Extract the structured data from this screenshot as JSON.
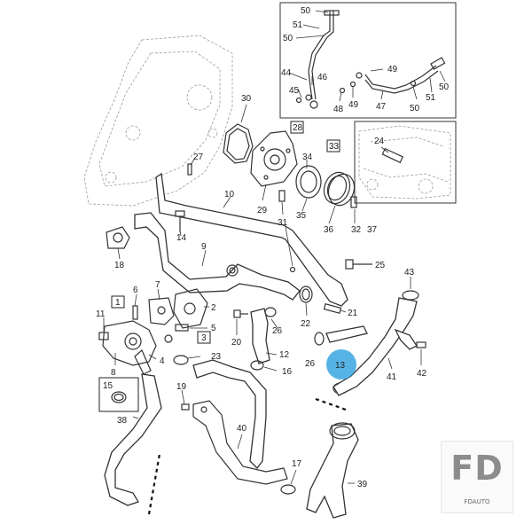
{
  "callouts": {
    "c50a": "50",
    "c51a": "51",
    "c50b": "50",
    "c44": "44",
    "c46": "46",
    "c45": "45",
    "c49a": "49",
    "c49b": "49",
    "c48": "48",
    "c47": "47",
    "c50c": "50",
    "c51b": "51",
    "c50d": "50",
    "c30": "30",
    "c28": "28",
    "c33": "33",
    "c24": "24",
    "c27": "27",
    "c34": "34",
    "c29": "29",
    "c31": "31",
    "c35": "35",
    "c36": "36",
    "c32": "32",
    "c37": "37",
    "c10": "10",
    "c14": "14",
    "c9": "9",
    "c18": "18",
    "c25": "25",
    "c43": "43",
    "c6": "6",
    "c7": "7",
    "c1": "1",
    "c2": "2",
    "c11": "11",
    "c5": "5",
    "c3": "3",
    "c20": "20",
    "c26a": "26",
    "c22": "22",
    "c21": "21",
    "c26b": "26",
    "c12": "12",
    "c4": "4",
    "c23": "23",
    "c8": "8",
    "c16": "16",
    "c13": "13",
    "c42": "42",
    "c41": "41",
    "c15": "15",
    "c19": "19",
    "c38": "38",
    "c40": "40",
    "c17": "17",
    "c39": "39"
  },
  "highlight": {
    "label": "13",
    "color": "#3aa6e0"
  },
  "logo": {
    "mark": "FD",
    "sub": "FDAUTO"
  }
}
